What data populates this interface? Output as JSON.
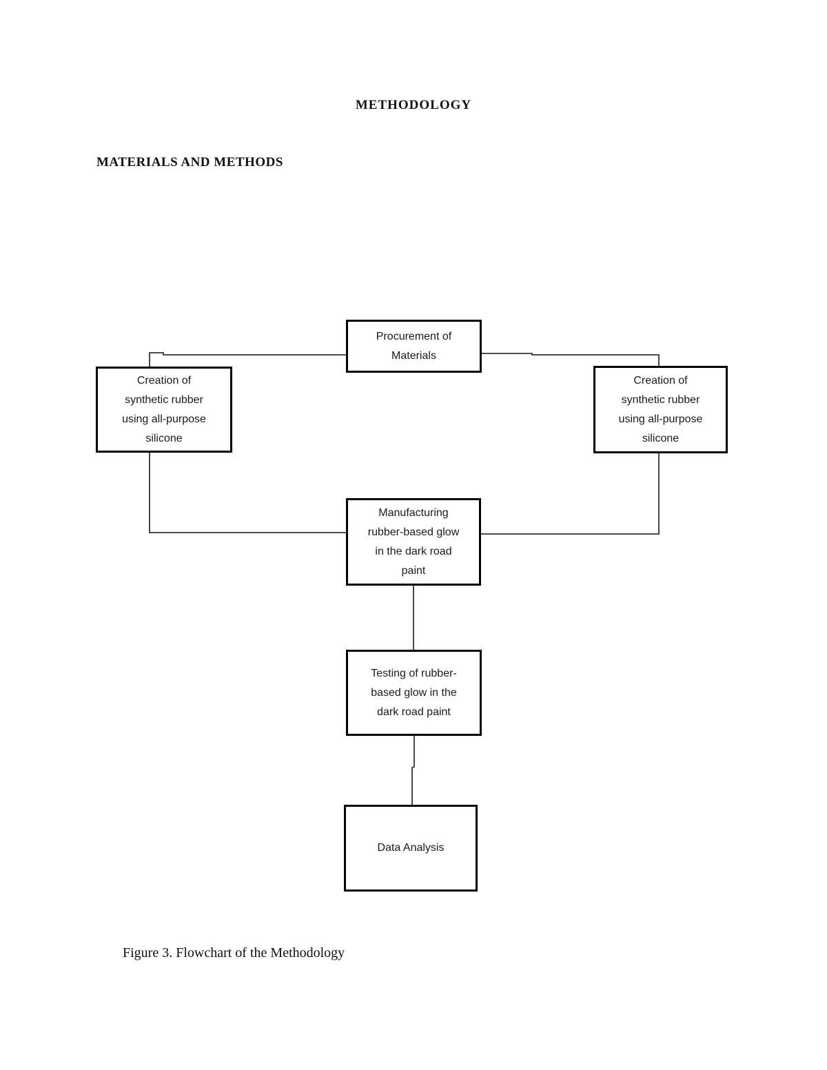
{
  "page": {
    "title": "METHODOLOGY",
    "section_heading": "MATERIALS AND METHODS",
    "figure_caption": "Figure 3. Flowchart of the Methodology"
  },
  "flowchart": {
    "nodes": [
      {
        "id": "procurement",
        "label": "Procurement of\nMaterials"
      },
      {
        "id": "creation-left",
        "label": "Creation of\nsynthetic rubber\nusing all-purpose\nsilicone"
      },
      {
        "id": "creation-right",
        "label": "Creation of\nsynthetic rubber\nusing all-purpose\nsilicone"
      },
      {
        "id": "manufacturing",
        "label": "Manufacturing\nrubber-based glow\nin the dark road\npaint"
      },
      {
        "id": "testing",
        "label": "Testing of rubber-\nbased glow in the\ndark road paint"
      },
      {
        "id": "data-analysis",
        "label": "Data Analysis"
      }
    ],
    "edges": [
      {
        "from": "procurement",
        "to": "creation-left"
      },
      {
        "from": "procurement",
        "to": "creation-right"
      },
      {
        "from": "creation-left",
        "to": "manufacturing"
      },
      {
        "from": "creation-right",
        "to": "manufacturing"
      },
      {
        "from": "manufacturing",
        "to": "testing"
      },
      {
        "from": "testing",
        "to": "data-analysis"
      }
    ],
    "line_color": "#333333",
    "box_border_color": "#000000"
  }
}
